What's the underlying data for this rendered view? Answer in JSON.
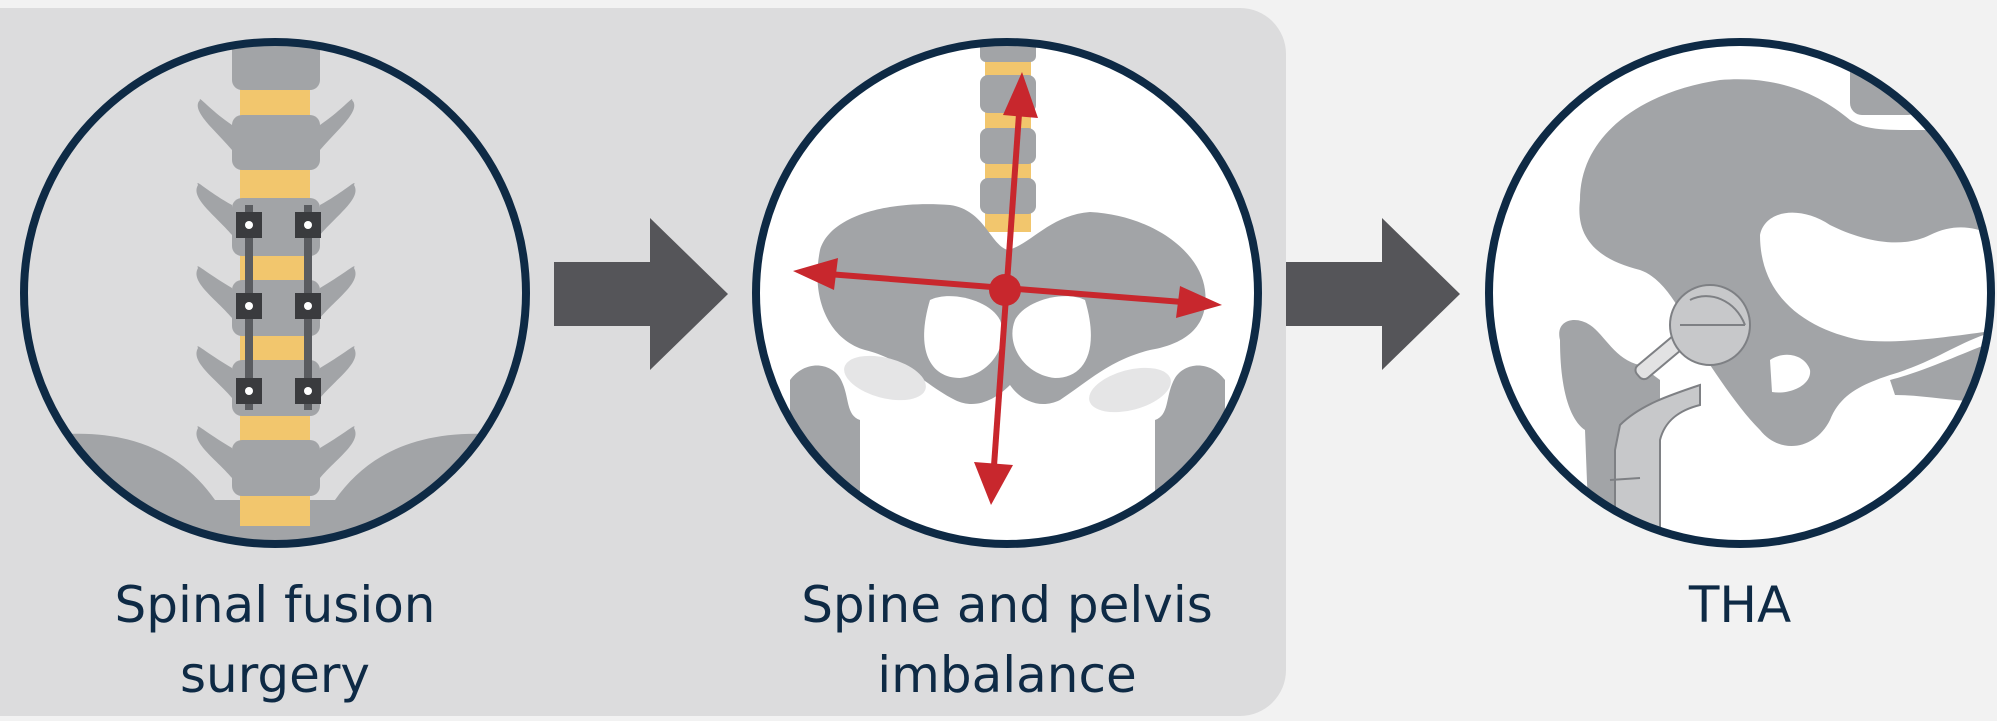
{
  "steps": [
    {
      "label_line1": "Spinal fusion",
      "label_line2": "surgery"
    },
    {
      "label_line1": "Spine and pelvis",
      "label_line2": "imbalance"
    },
    {
      "label_line1": "THA",
      "label_line2": ""
    }
  ],
  "colors": {
    "background": "#f2f2f2",
    "panel": "#dcdcdd",
    "circle_outline": "#0e2a45",
    "bone": "#a2a4a7",
    "disc": "#f2c66d",
    "arrow": "#555559",
    "axis_arrows": "#c8272d",
    "label_text": "#0e2a45"
  },
  "icons": [
    "spine-icon",
    "fusion-rod-icon",
    "pelvis-icon",
    "hip-implant-icon",
    "right-arrow-icon"
  ]
}
